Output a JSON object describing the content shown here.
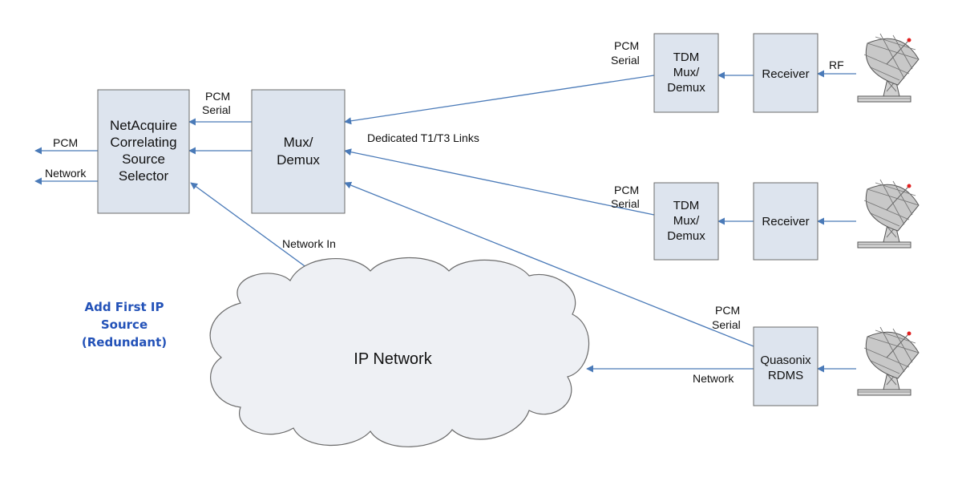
{
  "nodes": {
    "selector": [
      "NetAcquire",
      "Correlating",
      "Source",
      "Selector"
    ],
    "mux": [
      "Mux/",
      "Demux"
    ],
    "tdm1": [
      "TDM",
      "Mux/",
      "Demux"
    ],
    "tdm2": [
      "TDM",
      "Mux/",
      "Demux"
    ],
    "receiver1": "Receiver",
    "receiver2": "Receiver",
    "rdms": [
      "Quasonix",
      "RDMS"
    ]
  },
  "cloud": {
    "label": "IP Network"
  },
  "labels": {
    "pcm_out": "PCM",
    "network_out": "Network",
    "pcm_serial_mux": [
      "PCM",
      "Serial"
    ],
    "pcm_serial_tdm1": [
      "PCM",
      "Serial"
    ],
    "pcm_serial_tdm2": [
      "PCM",
      "Serial"
    ],
    "pcm_serial_rdms": [
      "PCM",
      "Serial"
    ],
    "rf": "RF",
    "dedicated_links": "Dedicated T1/T3 Links",
    "network_in": "Network In",
    "network_rdms": "Network"
  },
  "callout": [
    "Add First IP",
    "Source",
    "(Redundant)"
  ],
  "colors": {
    "link": "#4a7ab8",
    "box_fill": "#dde4ee",
    "callout": "#2352b8"
  },
  "icons": [
    "satellite-dish-icon",
    "satellite-dish-icon",
    "satellite-dish-icon"
  ]
}
